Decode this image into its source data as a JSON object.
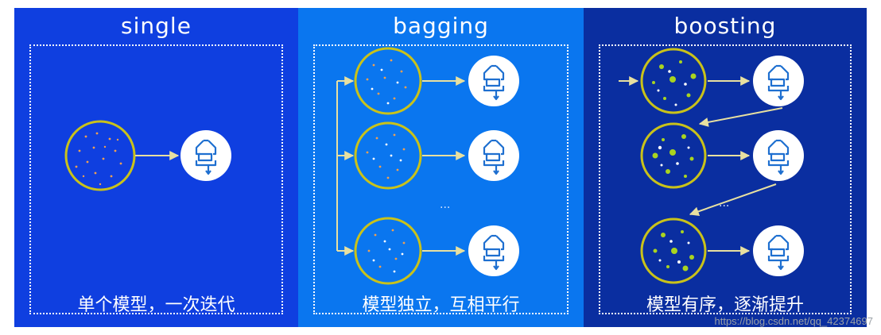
{
  "panels": [
    {
      "title": "single",
      "caption": "单个模型，一次迭代"
    },
    {
      "title": "bagging",
      "caption": "模型独立，互相平行"
    },
    {
      "title": "boosting",
      "caption": "模型有序，逐渐提升"
    }
  ],
  "ellipsis": "...",
  "watermark": "https://blog.csdn.net/qq_42374697",
  "colors": {
    "single_bg": "#0f3fe0",
    "bagging_bg": "#0a76ef",
    "boosting_bg": "#0a2ea0",
    "ring": "#c9c21a",
    "arrow": "#e8e0a0",
    "model_bg": "#ffffff",
    "model_icon": "#1e6fd0",
    "dot_orange": "#f0a050",
    "dot_green": "#a9d420"
  },
  "icons": [
    "flowchart-icon"
  ]
}
